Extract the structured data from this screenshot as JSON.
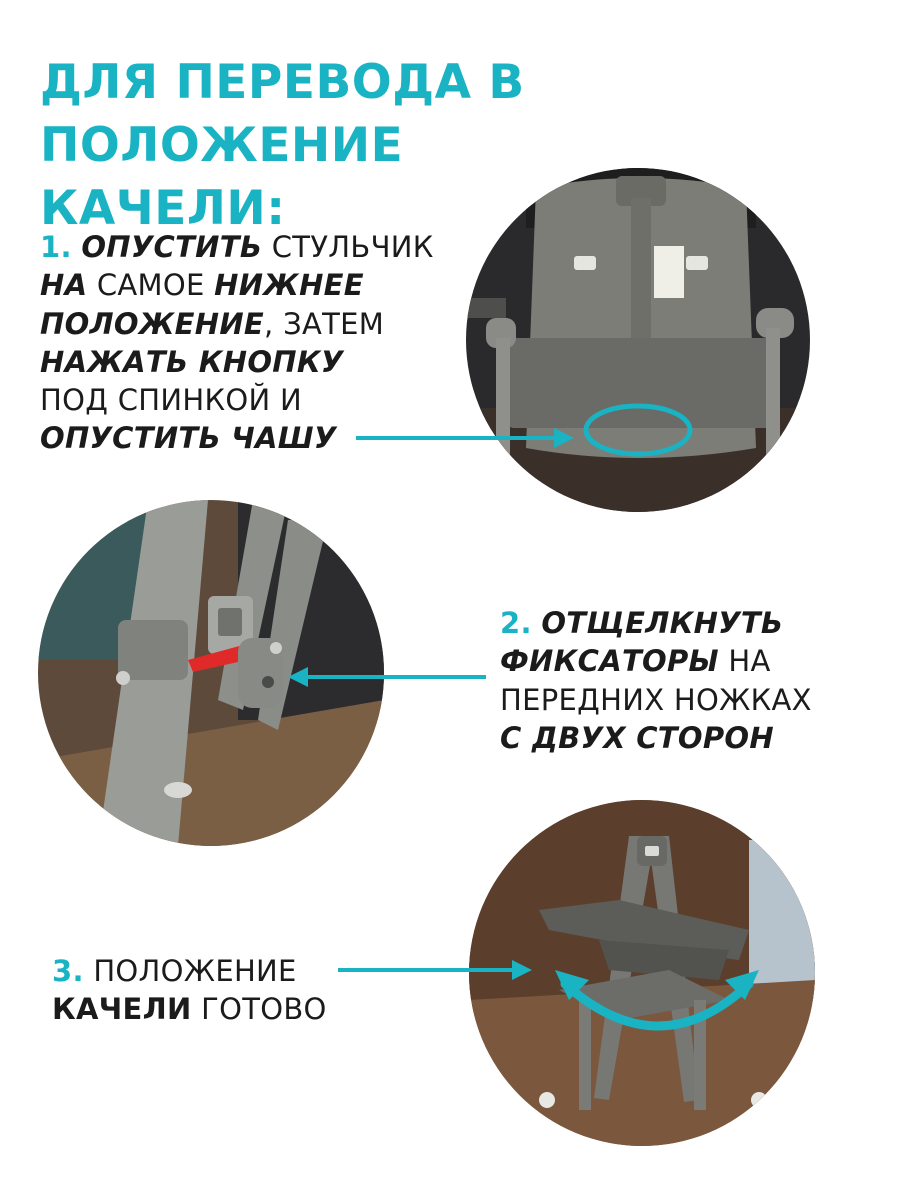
{
  "title": {
    "line1": "ДЛЯ ПЕРЕВОДА В ПОЛОЖЕНИЕ",
    "line2": "КАЧЕЛИ:"
  },
  "steps": [
    {
      "number": "1.",
      "parts": [
        "ОПУСТИТЬ",
        " СТУЛЬЧИК",
        "НА",
        " САМОЕ ",
        "НИЖНЕЕ",
        "ПОЛОЖЕНИЕ",
        ", ЗАТЕМ",
        "НАЖАТЬ КНОПКУ",
        "ПОД СПИНКОЙ И",
        "ОПУСТИТЬ ЧАШУ"
      ]
    },
    {
      "number": "2.",
      "parts": [
        "ОТЩЕЛКНУТЬ",
        "ФИКСАТОРЫ",
        " НА",
        "ПЕРЕДНИХ НОЖКАХ",
        "С ДВУХ СТОРОН"
      ]
    },
    {
      "number": "3.",
      "parts": [
        " ПОЛОЖЕНИЕ",
        "КАЧЕЛИ",
        " ГОТОВО"
      ]
    }
  ],
  "colors": {
    "accent": "#19b3c3",
    "text": "#1b1b1b",
    "background": "#ffffff"
  },
  "icons": {
    "arrow1": "arrow-right-icon",
    "arrow2": "arrow-left-icon",
    "arrow3": "arrow-right-icon",
    "highlight": "highlight-ellipse-icon",
    "swing": "swing-motion-arc-icon"
  }
}
